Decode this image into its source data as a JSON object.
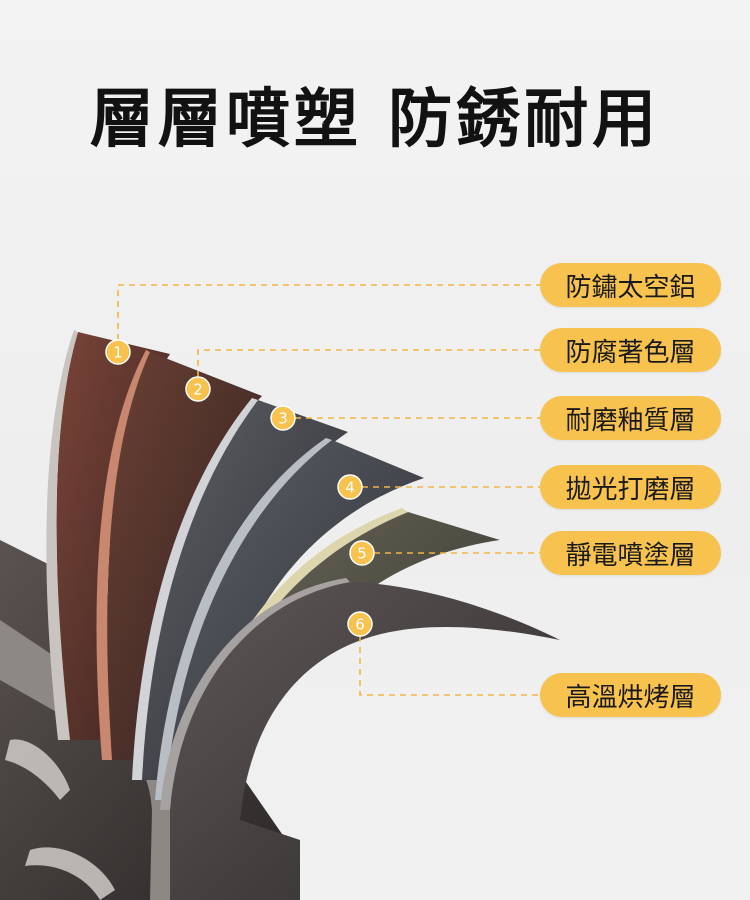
{
  "title": "層層噴塑 防銹耐用",
  "accent_color": "#f8c24f",
  "layers": [
    {
      "number": "1",
      "label": "防鏽太空鋁"
    },
    {
      "number": "2",
      "label": "防腐著色層"
    },
    {
      "number": "3",
      "label": "耐磨釉質層"
    },
    {
      "number": "4",
      "label": "拋光打磨層"
    },
    {
      "number": "5",
      "label": "靜電噴塗層"
    },
    {
      "number": "6",
      "label": "高溫烘烤層"
    }
  ]
}
